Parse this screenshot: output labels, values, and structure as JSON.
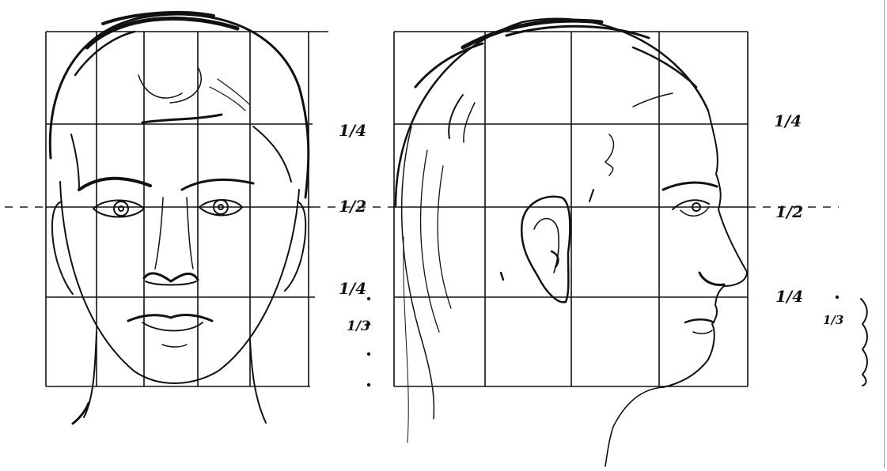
{
  "diagram": {
    "frontal": {
      "labels": [
        "1/4",
        "1/2",
        "1/4",
        "1/3"
      ]
    },
    "profile": {
      "labels": [
        "1/4",
        "1/2",
        "1/4",
        "1/3"
      ]
    }
  }
}
